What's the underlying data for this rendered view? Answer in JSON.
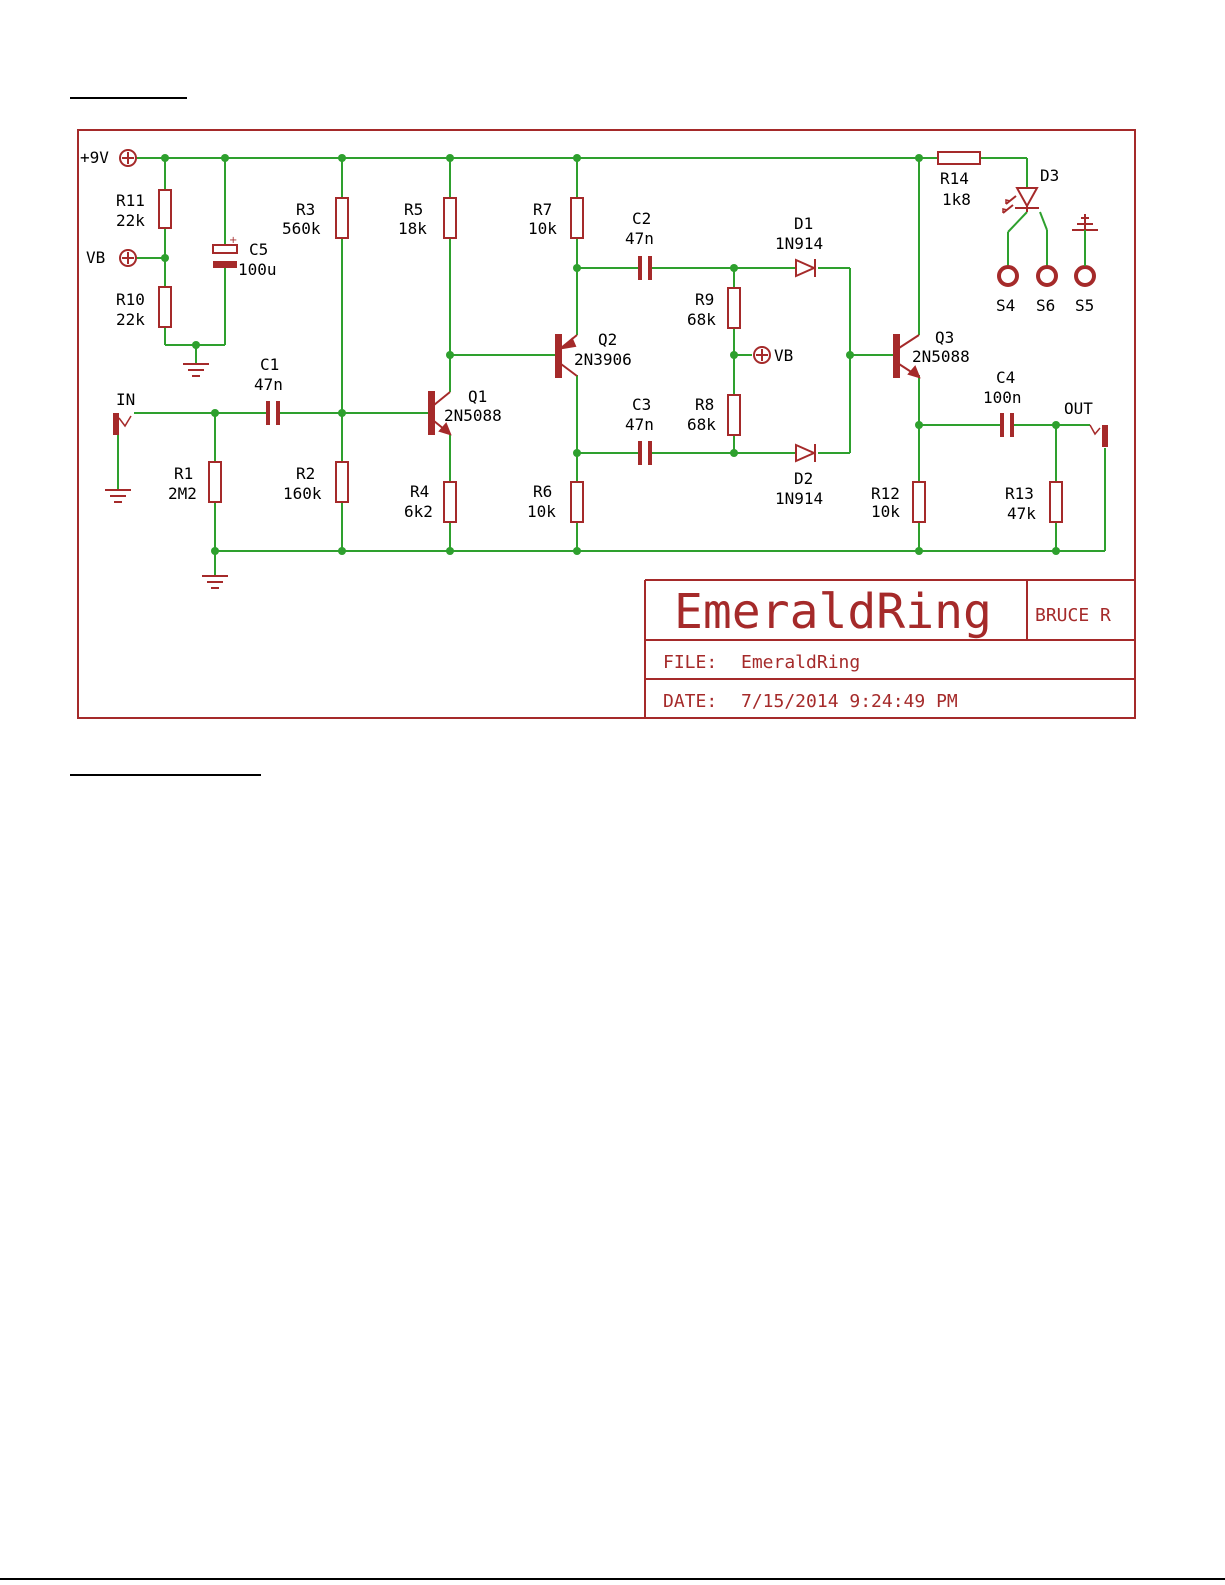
{
  "colors": {
    "wire": "#2ea02e",
    "part": "#a52a2a",
    "text": "#000000"
  },
  "nets": {
    "vcc": "+9V",
    "vb": "VB",
    "vb2": "VB",
    "vb3": "VB",
    "in": "IN",
    "out": "OUT"
  },
  "parts": {
    "R11": {
      "ref": "R11",
      "val": "22k"
    },
    "R10": {
      "ref": "R10",
      "val": "22k"
    },
    "C5": {
      "ref": "C5",
      "val": "100u"
    },
    "R3": {
      "ref": "R3",
      "val": "560k"
    },
    "R5": {
      "ref": "R5",
      "val": "18k"
    },
    "R7": {
      "ref": "R7",
      "val": "10k"
    },
    "C2": {
      "ref": "C2",
      "val": "47n"
    },
    "D1": {
      "ref": "D1",
      "val": "1N914"
    },
    "R14": {
      "ref": "R14",
      "val": "1k8"
    },
    "D3": {
      "ref": "D3"
    },
    "R9": {
      "ref": "R9",
      "val": "68k"
    },
    "R8": {
      "ref": "R8",
      "val": "68k"
    },
    "Q2": {
      "ref": "Q2",
      "val": "2N3906"
    },
    "Q3": {
      "ref": "Q3",
      "val": "2N5088"
    },
    "C1": {
      "ref": "C1",
      "val": "47n"
    },
    "Q1": {
      "ref": "Q1",
      "val": "2N5088"
    },
    "C3": {
      "ref": "C3",
      "val": "47n"
    },
    "D2": {
      "ref": "D2",
      "val": "1N914"
    },
    "C4": {
      "ref": "C4",
      "val": "100n"
    },
    "R1": {
      "ref": "R1",
      "val": "2M2"
    },
    "R2": {
      "ref": "R2",
      "val": "160k"
    },
    "R4": {
      "ref": "R4",
      "val": "6k2"
    },
    "R6": {
      "ref": "R6",
      "val": "10k"
    },
    "R12": {
      "ref": "R12",
      "val": "10k"
    },
    "R13": {
      "ref": "R13",
      "val": "47k"
    }
  },
  "pads": {
    "s4": "S4",
    "s6": "S6",
    "s5": "S5"
  },
  "title_block": {
    "name": "EmeraldRing",
    "author": "BRUCE R",
    "file_label": "FILE:",
    "file_value": "EmeraldRing",
    "date_label": "DATE:",
    "date_value": "7/15/2014 9:24:49 PM"
  }
}
